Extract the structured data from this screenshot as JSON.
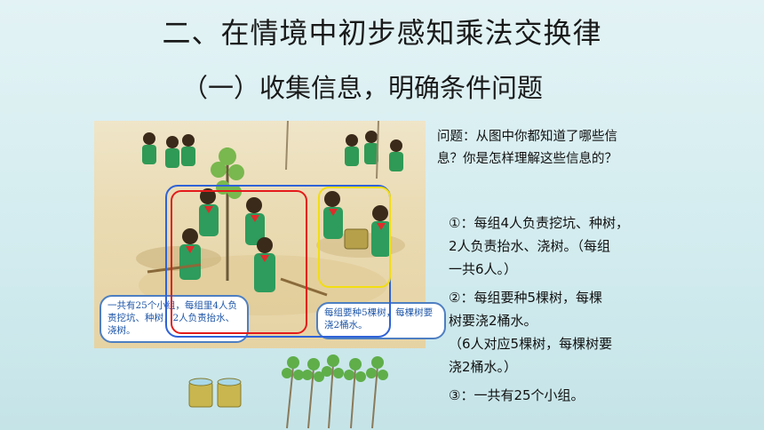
{
  "header": {
    "title": "二、在情境中初步感知乘法交换律",
    "subtitle": "（一）收集信息，明确条件问题"
  },
  "scene": {
    "bubble1": "一共有25个小组，每组里4人负责挖坑、种树，2人负责抬水、浇树。",
    "bubble2": "每组要种5棵树，每棵树要浇2桶水。"
  },
  "question": "问题：从图中你都知道了哪些信息？你是怎样理解这些信息的？",
  "answers": {
    "a1_l1": "①：每组4人负责挖坑、种树，",
    "a1_l2": "2人负责抬水、浇树。（每组",
    "a1_l3": "一共6人。）",
    "a2_l1": "②：每组要种5棵树，每棵",
    "a2_l2": "树要浇2桶水。",
    "a2_l3": "（6人对应5棵树，每棵树要",
    "a2_l4": "浇2桶水。）",
    "a3": "③：一共有25个小组。"
  },
  "colors": {
    "red_box": "#e41b1b",
    "blue_box": "#2f62d8",
    "yellow_box": "#f2dd12"
  }
}
